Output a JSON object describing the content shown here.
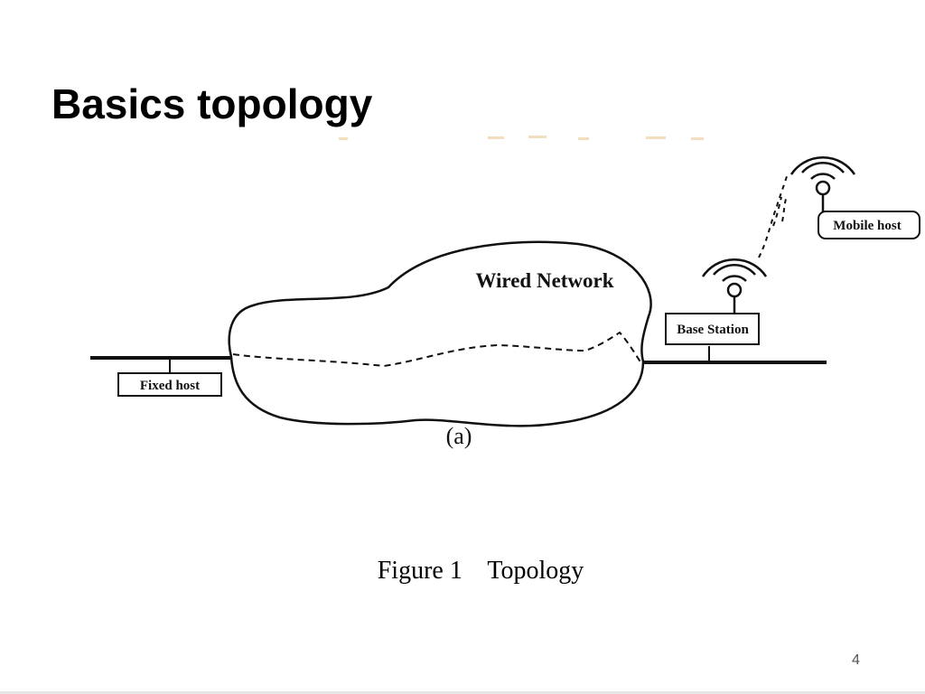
{
  "slide": {
    "title": "Basics topology",
    "page_number": "4"
  },
  "diagram": {
    "cloud_label": "Wired Network",
    "fixed_host_label": "Fixed host",
    "base_station_label": "Base Station",
    "mobile_host_label": "Mobile host",
    "sub_label": "(a)"
  },
  "caption": {
    "text": "Figure 1    Topology"
  }
}
